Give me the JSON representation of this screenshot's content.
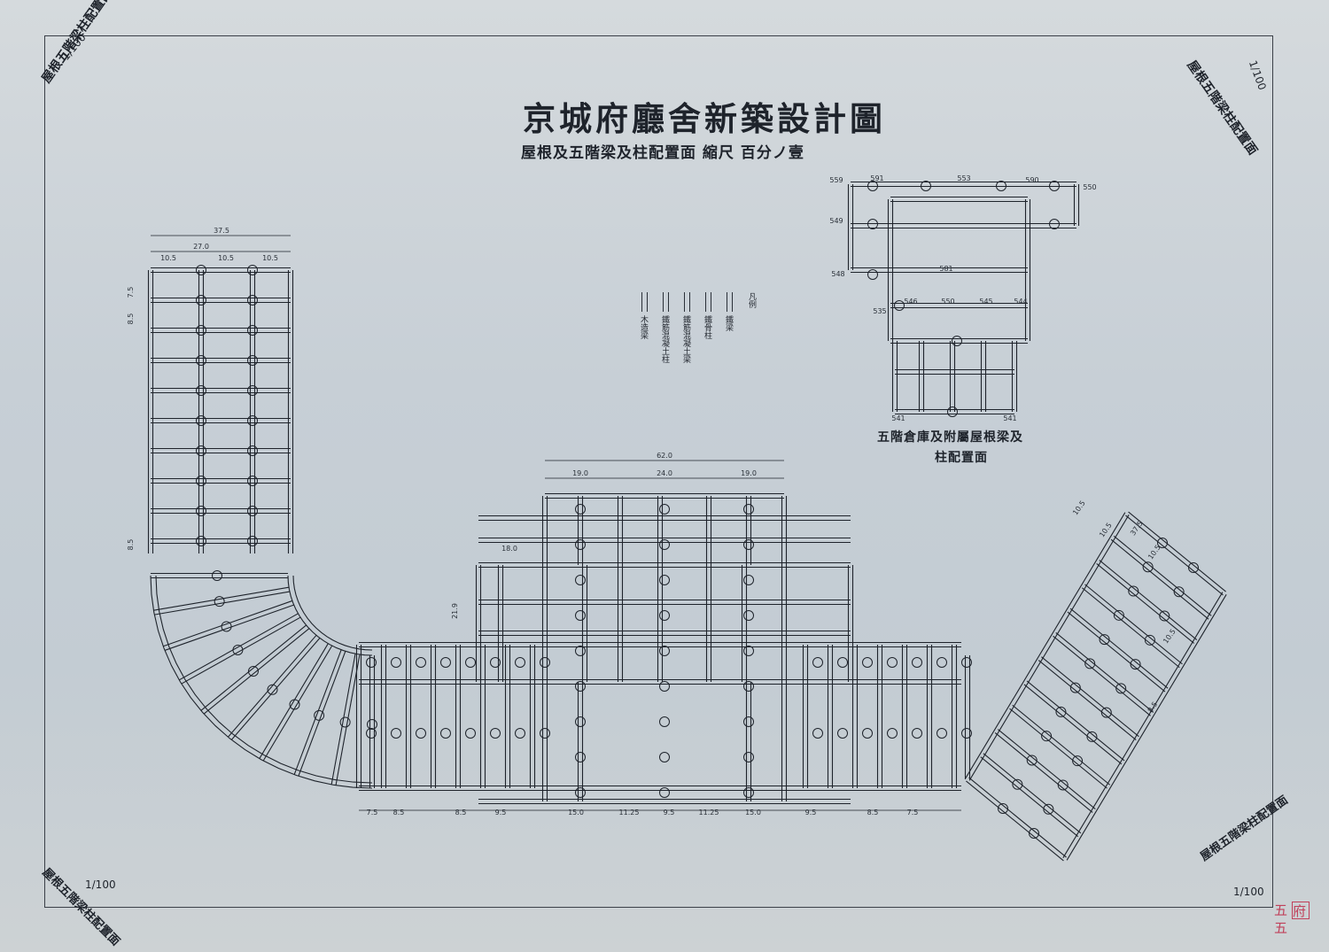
{
  "sheet": {
    "title": "京城府廳舍新築設計圖",
    "subtitle": "屋根及五階梁及柱配置面 縮尺 百分ノ壹",
    "annex_title": "五階倉庫及附屬屋根梁及",
    "annex_subtitle": "柱配置面",
    "legend_heading": "凡例",
    "legend_items": [
      "鐵梁",
      "鐵骨柱",
      "鐵筋混凝土梁",
      "鐵筋混凝土柱",
      "木造梁"
    ],
    "corner_top_left": "屋根五階梁柱配置面",
    "corner_top_right": "屋根五階梁柱配置面",
    "corner_bottom_left": "屋根五階梁柱配置面",
    "corner_bottom_right": "屋根五階梁柱配置面",
    "scale_label": "1/100",
    "stamp_top": "府",
    "stamp_side": "五",
    "stamp_bottom": "五"
  },
  "colors": {
    "paper": "#c7cfd6",
    "ink": "#1e232b",
    "stamp": "#c0405a"
  },
  "dimensions": {
    "left_wing_top": [
      "37.5",
      "27.0",
      "10.5",
      "10.5",
      "10.5"
    ],
    "left_wing_side": [
      "7.5",
      "8.5",
      "8.5"
    ],
    "center_top": [
      "62.0",
      "19.0",
      "24.0",
      "19.0"
    ],
    "center_side": [
      "21.9"
    ],
    "center_bay": [
      "18.0"
    ],
    "bottom": [
      "7.5",
      "8.5",
      "8.5",
      "9.5",
      "15.0",
      "11.25",
      "9.5",
      "11.25",
      "15.0",
      "9.5",
      "8.5",
      "7.5"
    ],
    "right_wing": [
      "10.5",
      "10.5",
      "37.5",
      "10.5",
      "10.5",
      "8.5"
    ]
  },
  "annex_labels": [
    "559",
    "591",
    "553",
    "590",
    "550",
    "549",
    "548",
    "581",
    "535",
    "546",
    "550",
    "545",
    "544",
    "541",
    "541"
  ]
}
